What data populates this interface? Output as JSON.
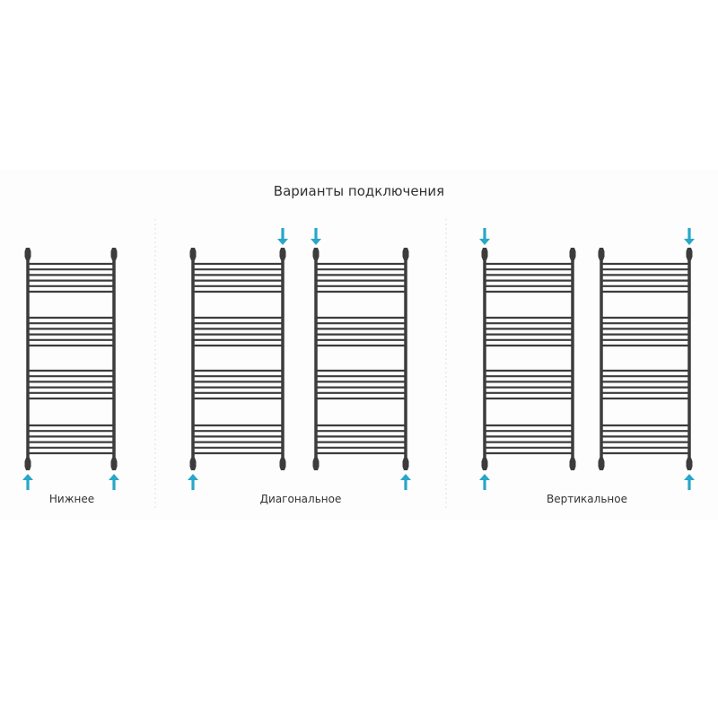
{
  "title": "Варианты подключения",
  "groups": [
    {
      "label": "Нижнее",
      "radiators": [
        {
          "arrows": [
            "left-bottom-up",
            "right-bottom-up"
          ]
        }
      ]
    },
    {
      "label": "Диагональное",
      "radiators": [
        {
          "arrows": [
            "left-bottom-up",
            "right-top-down"
          ]
        },
        {
          "arrows": [
            "left-top-down",
            "right-bottom-up"
          ]
        }
      ]
    },
    {
      "label": "Вертикальное",
      "radiators": [
        {
          "arrows": [
            "left-top-down",
            "left-bottom-up"
          ]
        },
        {
          "arrows": [
            "right-top-down",
            "right-bottom-up"
          ]
        }
      ]
    }
  ],
  "colors": {
    "pipe": "#3c3c3c",
    "arrow": "#29a6c8",
    "divider": "#e0e0e0"
  },
  "icons": {
    "radiator": "towel-radiator-icon",
    "flow_up": "arrow-up-icon",
    "flow_down": "arrow-down-icon"
  }
}
